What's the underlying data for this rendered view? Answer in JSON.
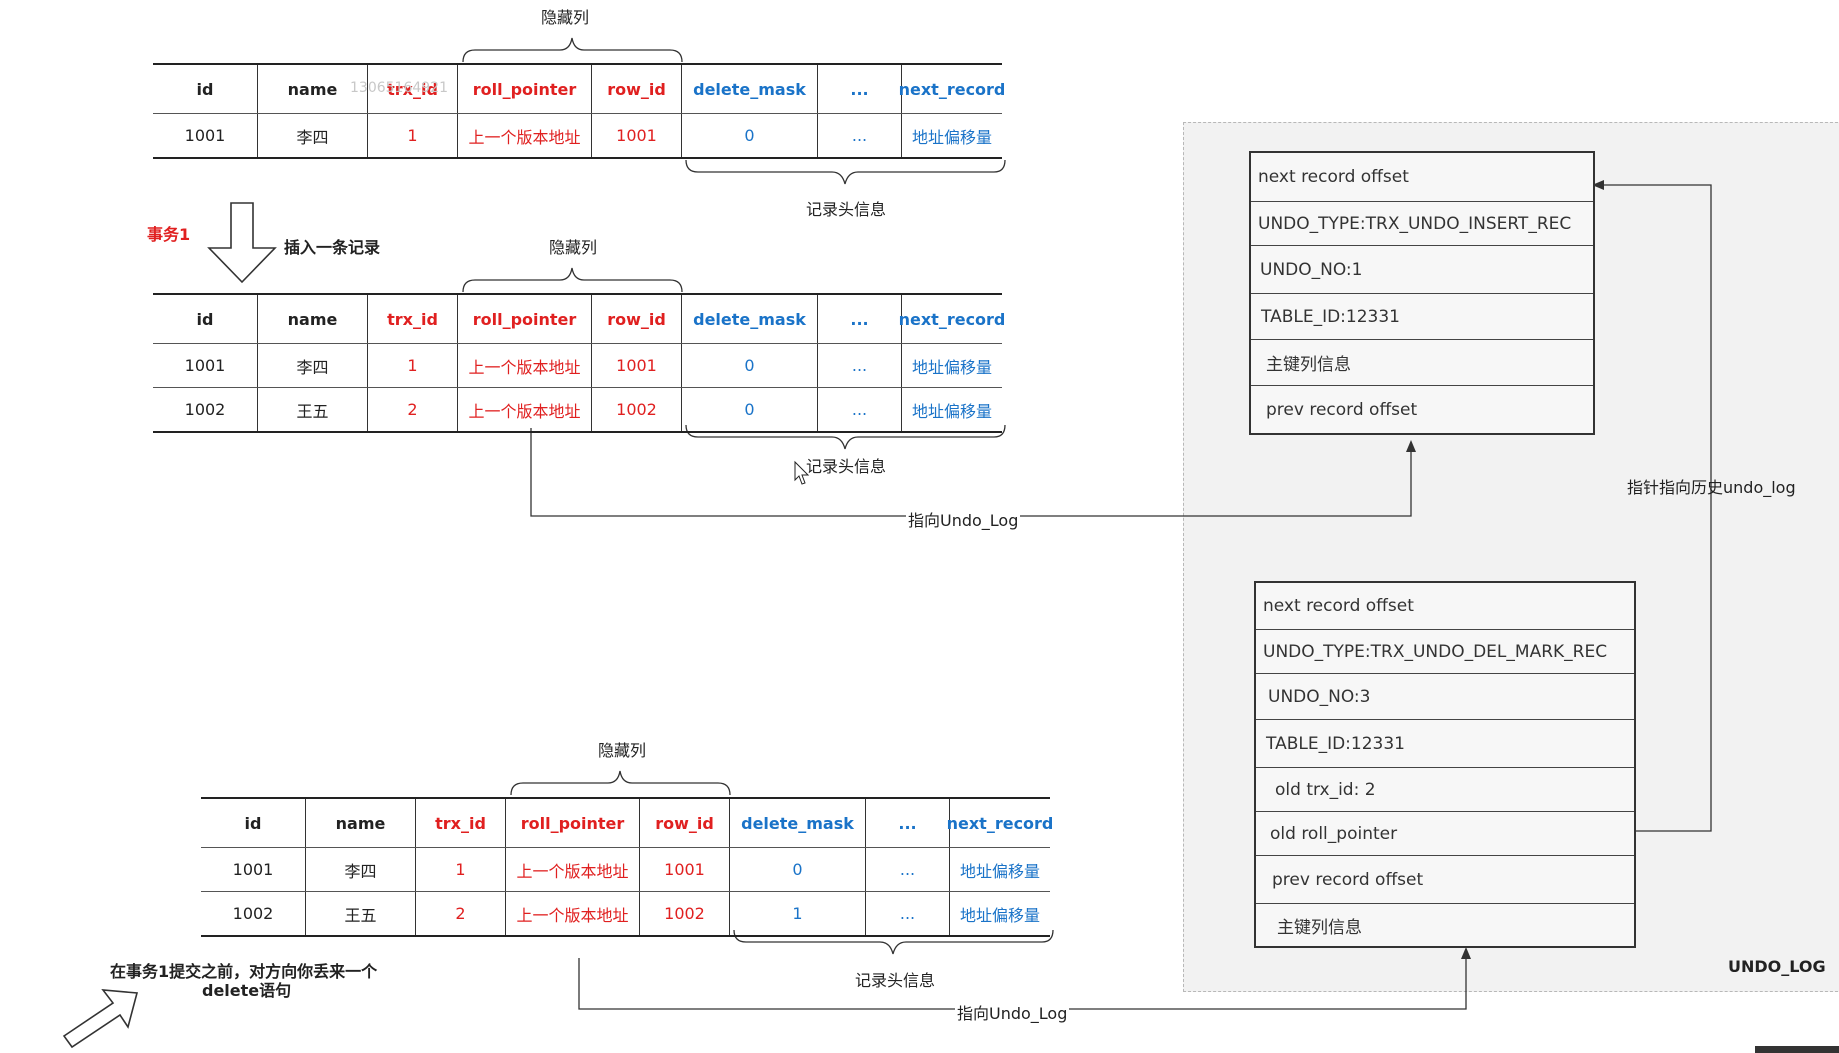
{
  "labels": {
    "hidden_cols": "隐藏列",
    "record_header": "记录头信息",
    "transaction": "事务1",
    "insert_record": "插入一条记录",
    "pointer_undo": "指向Undo_Log",
    "pointer_history": "指针指向历史undo_log",
    "undo_log_title": "UNDO_LOG",
    "note_line1": "在事务1提交之前，对方向你丢来一个",
    "note_line2": "delete语句",
    "watermark": "13065164921"
  },
  "columns": [
    "id",
    "name",
    "trx_id",
    "roll_pointer",
    "row_id",
    "delete_mask",
    "...",
    "next_record"
  ],
  "table1": {
    "rows": [
      [
        "1001",
        "李四",
        "1",
        "上一个版本地址",
        "1001",
        "0",
        "...",
        "地址偏移量"
      ]
    ]
  },
  "table2": {
    "rows": [
      [
        "1001",
        "李四",
        "1",
        "上一个版本地址",
        "1001",
        "0",
        "...",
        "地址偏移量"
      ],
      [
        "1002",
        "王五",
        "2",
        "上一个版本地址",
        "1002",
        "0",
        "...",
        "地址偏移量"
      ]
    ]
  },
  "table3": {
    "rows": [
      [
        "1001",
        "李四",
        "1",
        "上一个版本地址",
        "1001",
        "0",
        "...",
        "地址偏移量"
      ],
      [
        "1002",
        "王五",
        "2",
        "上一个版本地址",
        "1002",
        "1",
        "...",
        "地址偏移量"
      ]
    ]
  },
  "undo_insert": {
    "rows": [
      "next record offset",
      "UNDO_TYPE:TRX_UNDO_INSERT_REC",
      "UNDO_NO:1",
      "TABLE_ID:12331",
      "主键列信息",
      "prev record offset"
    ]
  },
  "undo_delete": {
    "rows": [
      "next record offset",
      "UNDO_TYPE:TRX_UNDO_DEL_MARK_REC",
      "UNDO_NO:3",
      "TABLE_ID:12331",
      "old trx_id: 2",
      "old roll_pointer",
      "prev record offset",
      "主键列信息"
    ]
  },
  "colors": {
    "hidden_col_text": "#e02020",
    "header_col_text": "#1a73c8",
    "line": "#333333"
  }
}
